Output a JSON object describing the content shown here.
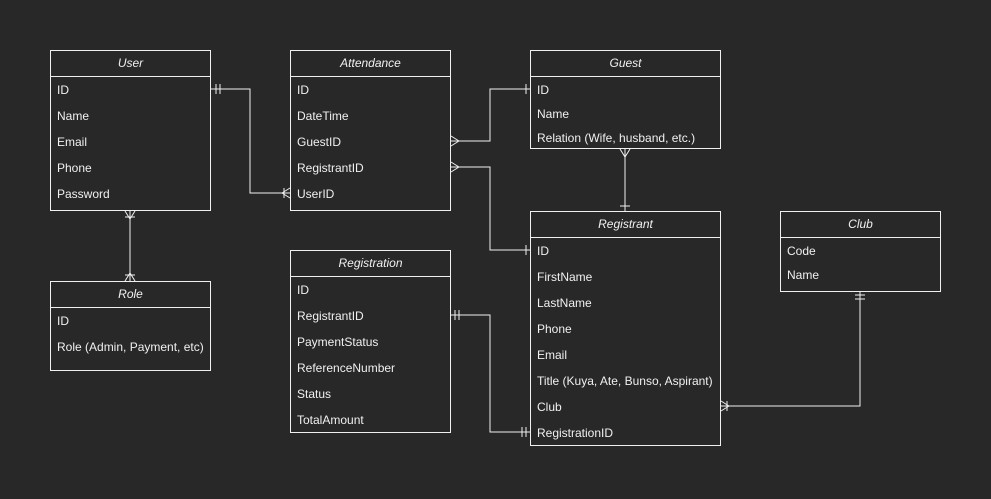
{
  "diagram": {
    "colors": {
      "background": "#282828",
      "stroke": "#f0f0f0",
      "text": "#f0f0f0"
    },
    "entities": {
      "user": {
        "title": "User",
        "attributes": [
          "ID",
          "Name",
          "Email",
          "Phone",
          "Password"
        ]
      },
      "attendance": {
        "title": "Attendance",
        "attributes": [
          "ID",
          "DateTime",
          "GuestID",
          "RegistrantID",
          "UserID"
        ]
      },
      "guest": {
        "title": "Guest",
        "attributes": [
          "ID",
          "Name",
          "Relation (Wife, husband, etc.)"
        ]
      },
      "role": {
        "title": "Role",
        "attributes": [
          "ID",
          "Role (Admin, Payment, etc)"
        ]
      },
      "registration": {
        "title": "Registration",
        "attributes": [
          "ID",
          "RegistrantID",
          "PaymentStatus",
          "ReferenceNumber",
          "Status",
          "TotalAmount"
        ]
      },
      "registrant": {
        "title": "Registrant",
        "attributes": [
          "ID",
          "FirstName",
          "LastName",
          "Phone",
          "Email",
          "Title (Kuya, Ate, Bunso, Aspirant)",
          "Club",
          "RegistrationID"
        ]
      },
      "club": {
        "title": "Club",
        "attributes": [
          "Code",
          "Name"
        ]
      }
    },
    "relationships": [
      {
        "from": "User.ID",
        "to": "Attendance.UserID",
        "from_end": "one-and-only-one",
        "to_end": "one-or-many"
      },
      {
        "from": "User",
        "to": "Role",
        "from_end": "one-or-many",
        "to_end": "one-or-many"
      },
      {
        "from": "Attendance.GuestID",
        "to": "Guest.ID",
        "from_end": "many",
        "to_end": "one"
      },
      {
        "from": "Attendance.RegistrantID",
        "to": "Registrant.ID",
        "from_end": "many",
        "to_end": "one"
      },
      {
        "from": "Guest",
        "to": "Registrant",
        "from_end": "many",
        "to_end": "one"
      },
      {
        "from": "Registration.RegistrantID",
        "to": "Registrant.RegistrationID",
        "from_end": "one-and-only-one",
        "to_end": "one-and-only-one"
      },
      {
        "from": "Registrant.Club",
        "to": "Club",
        "from_end": "one-or-many",
        "to_end": "one-and-only-one"
      }
    ]
  }
}
